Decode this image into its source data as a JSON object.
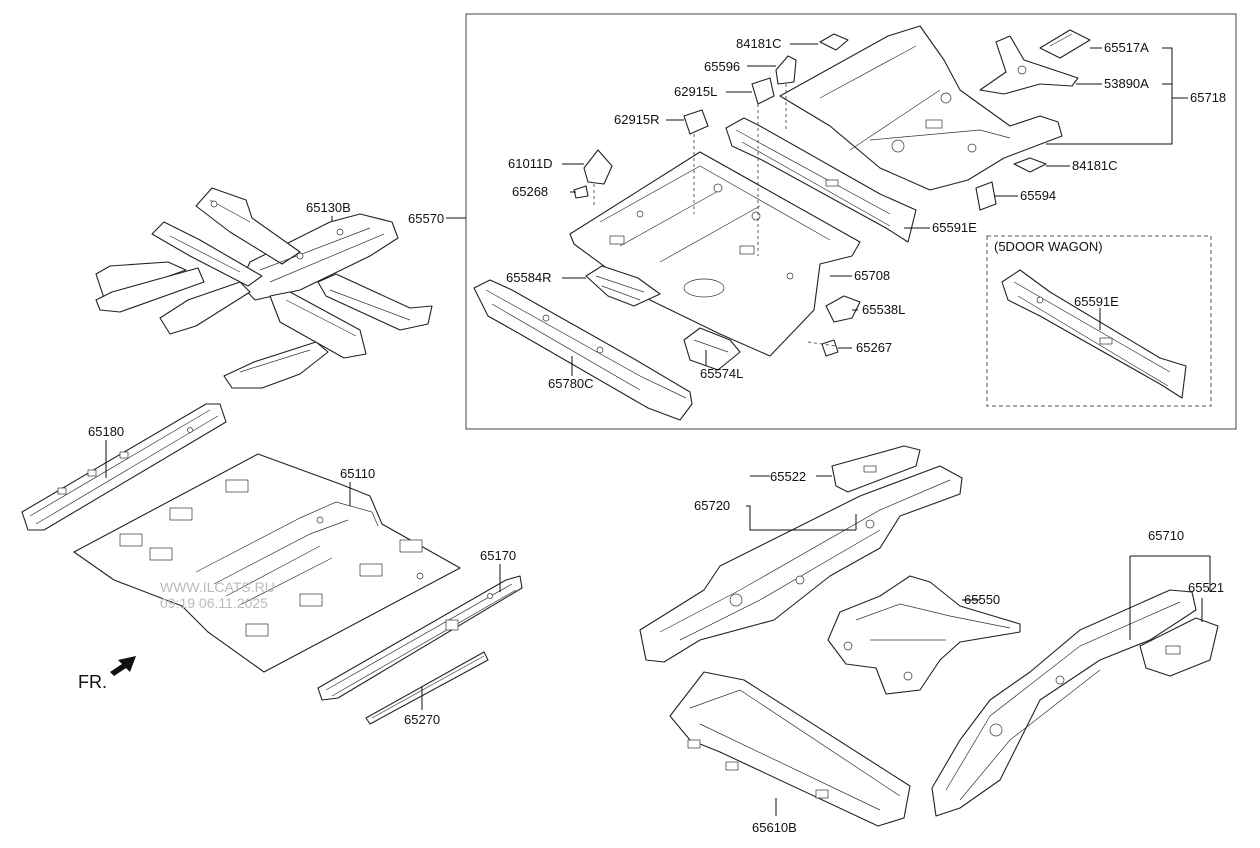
{
  "section_title": "(5DOOR WAGON)",
  "direction": {
    "label": "FR.",
    "icon": "front-arrow-icon"
  },
  "watermark": {
    "site": "WWW.ILCATS.RU",
    "timestamp": "09:19 06.11.2025"
  },
  "labels": {
    "p65570": "65570",
    "p84181c_top": "84181C",
    "p65596": "65596",
    "p62915l": "62915L",
    "p62915r": "62915R",
    "p61011d": "61011D",
    "p65268": "65268",
    "p65584r": "65584R",
    "p65780c": "65780C",
    "p65574l": "65574L",
    "p65267": "65267",
    "p65538l": "65538L",
    "p65708": "65708",
    "p65591e": "65591E",
    "p65594": "65594",
    "p84181c_right": "84181C",
    "p65517a": "65517A",
    "p53890a": "53890A",
    "p65718": "65718",
    "p65591e_wagon": "65591E",
    "p65130b": "65130B",
    "p65180": "65180",
    "p65110": "65110",
    "p65170": "65170",
    "p65270": "65270",
    "p65522": "65522",
    "p65720": "65720",
    "p65550": "65550",
    "p65710": "65710",
    "p65521": "65521",
    "p65610b": "65610B"
  }
}
